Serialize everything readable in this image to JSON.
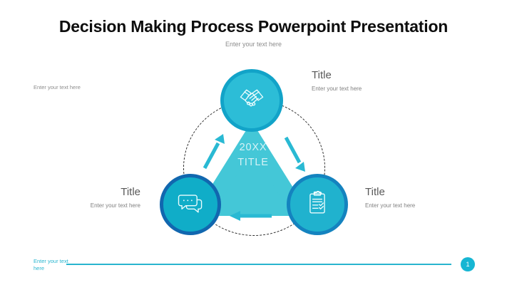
{
  "slide": {
    "title": "Decision Making Process Powerpoint Presentation",
    "subtitle": "Enter your text here",
    "left_note": "Enter your text here"
  },
  "diagram": {
    "center": {
      "year": "20XX",
      "label": "TITLE"
    },
    "nodes": [
      {
        "position": "top",
        "icon": "handshake-icon",
        "title": "Title",
        "text": "Enter your text here"
      },
      {
        "position": "bottom-left",
        "icon": "chat-icon",
        "title": "Title",
        "text": "Enter your text here"
      },
      {
        "position": "bottom-right",
        "icon": "clipboard-icon",
        "title": "Title",
        "text": "Enter your text here"
      }
    ],
    "flow": "clockwise"
  },
  "footer": {
    "note": "Enter your text here",
    "page_number": "1"
  },
  "colors": {
    "accent_teal": "#29b9d3",
    "triangle_fill": "#44c7d7",
    "node_top_ring": "#12a3c8",
    "node_bottom_left_ring": "#1167af",
    "node_bottom_right_ring": "#1483bf",
    "title_text": "#0d0d0d",
    "muted_text": "#8c8c8c"
  }
}
